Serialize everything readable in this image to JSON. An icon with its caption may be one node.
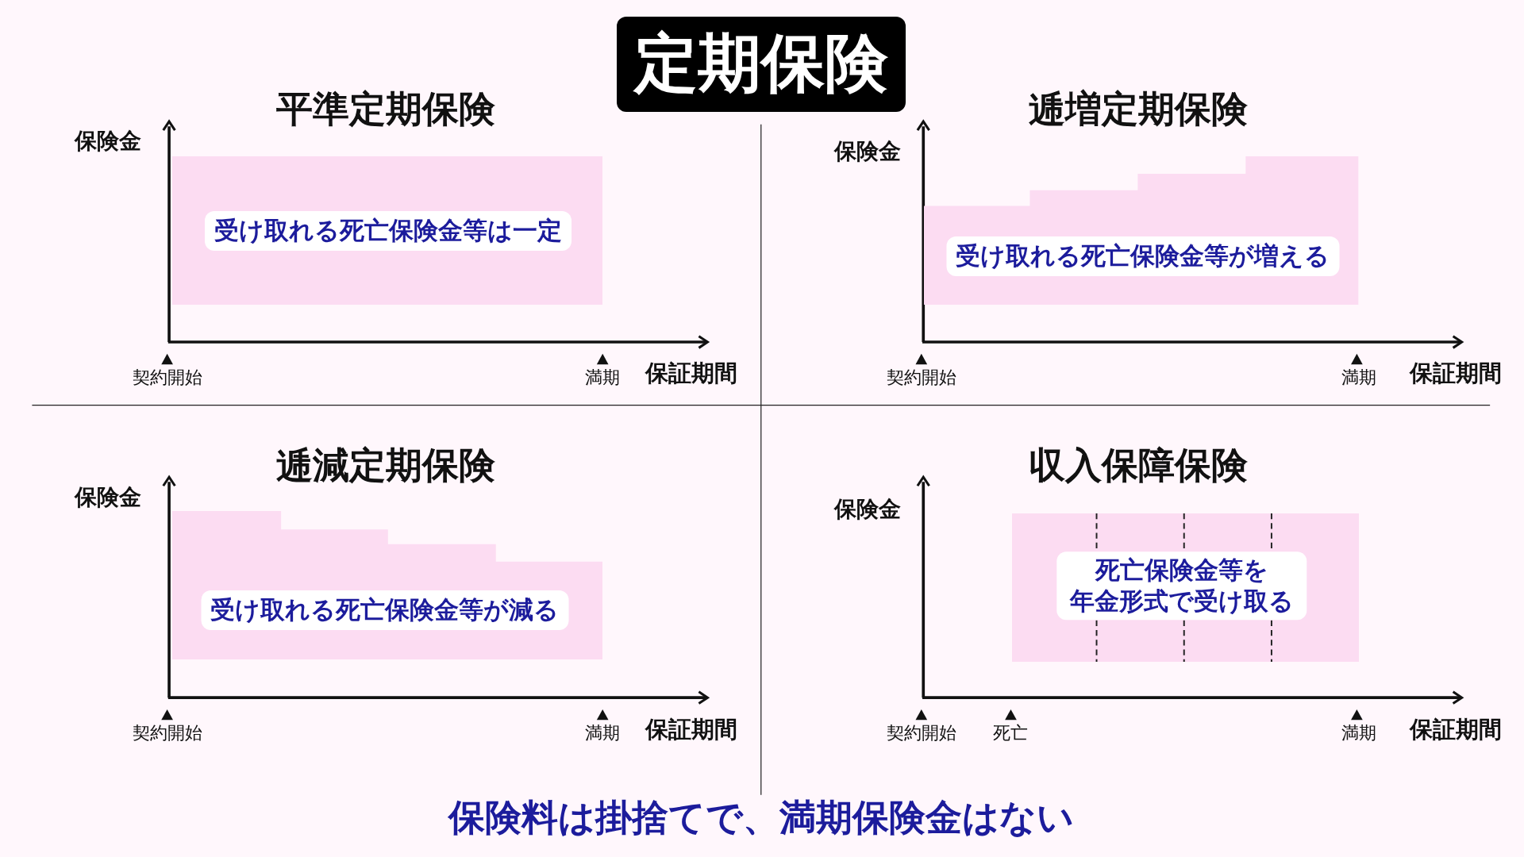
{
  "diagram": {
    "title": "定期保険",
    "nodes": [
      {
        "text": [
          "受け取れる死亡保険金等は一定"
        ]
      },
      {
        "text": [
          "受け取れる死亡保険金等が増える"
        ]
      },
      {
        "text": [
          "受け取れる死亡保険金等が減る"
        ]
      },
      {
        "text": [
          "死亡保険金等を年金形式で受け取る"
        ]
      }
    ],
    "edges": [],
    "labels": [
      "平準定期保険",
      "保険金",
      "契約開始",
      "満期",
      "保証期間",
      "逓増定期保険",
      "保険金",
      "契約開始",
      "満期",
      "保証期間",
      "逓減定期保険",
      "保険金",
      "契約開始",
      "満期",
      "保証期間",
      "収入保障保険",
      "保険金",
      "契約開始",
      "死亡",
      "満期",
      "保証期間"
    ],
    "caption": "保険料は掛捨てで、満期保険金はない"
  }
}
